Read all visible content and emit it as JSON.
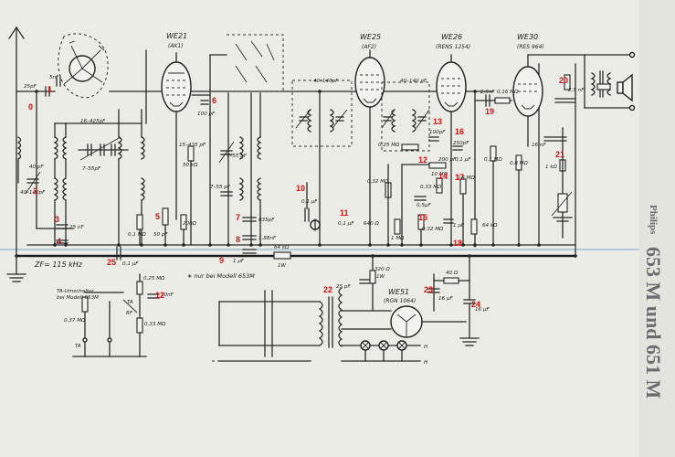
{
  "title_side": {
    "brand": "Philips",
    "models": "653 M und 651 M"
  },
  "tubes": [
    {
      "name": "WE21",
      "type": "(AK1)"
    },
    {
      "name": "WE25",
      "type": "(AF2)"
    },
    {
      "name": "WE26",
      "type": "(RENS 1254)"
    },
    {
      "name": "WE30",
      "type": "(RES 964)"
    },
    {
      "name": "WE51",
      "type": "(RGN 1064)"
    }
  ],
  "notes": {
    "zf": "ZF= 115 kHz",
    "model_note": "∗ nur bei Modell 653M",
    "ta_switch": "TA-Umschalter",
    "ta_switch_model": "bei Modell 653M"
  },
  "component_labels": {
    "c25pf": "25pF",
    "c5nf": "5nF",
    "c40_140": "40–140pF",
    "c40pf": "40 pF",
    "c16_425": "16–425pF",
    "c7_55": "7–55pF",
    "c100pf": "100 pF",
    "c15_435": "15–435 pF",
    "r50k": "50 kΩ",
    "c7_55b": "7–55 pF",
    "c7_55c": "7–55 pF",
    "r200": "200Ω",
    "r01m": "0,1 MΩ",
    "c50": "50 pF",
    "c835": "835pF",
    "c188": "1,88nF",
    "c1uf": "1 μF",
    "r64k": "64 kΩ",
    "w1": "1W",
    "c01uf": "0,1 μF",
    "c40_140b": "40–140pF",
    "c40_140c": "40–140 pF",
    "r025": "0,25 MΩ",
    "r032": "0,32 MΩ",
    "c01b": "0,1 μF",
    "r640": "640 Ω",
    "r1m": "1 MΩ",
    "c100b": "100pF",
    "c250": "250pF",
    "c01c": "0,1 μF",
    "c200": "200 pF",
    "r10m": "10 MΩ",
    "r033": "0,33 MΩ",
    "c05": "0,5μF",
    "r032b": "0,32 MΩ",
    "r04": "0,4 MΩ",
    "c1ufb": "1 μF",
    "r64kb": "64 kΩ",
    "c25nf": "2,5nF",
    "r016": "0,16 MΩ",
    "r01mb": "0,1 MΩ",
    "r08": "0,8 MΩ",
    "c16nf": "16 nF",
    "r1k": "1 kΩ",
    "c25nfb": "2,5 nF",
    "r320": "320 Ω",
    "w1b": "1W",
    "c25pfb": "25 pF",
    "r40": "40 Ω",
    "c16uf": "16 μF",
    "c16ufb": "16 μF",
    "c25nf2": "25 nF",
    "c01uf2": "0,1 μF",
    "r025b": "0,25 MΩ",
    "c10nf": "10nF",
    "r037": "0,37 MΩ",
    "r033b": "0,33 MΩ",
    "ta": "TA",
    "ta2": "TA",
    "rf": "RF",
    "h1": "H",
    "h2": "H"
  },
  "markers": [
    "0",
    "1",
    "2",
    "3",
    "4",
    "5",
    "6",
    "7",
    "8",
    "9",
    "10",
    "11",
    "12",
    "12",
    "13",
    "14",
    "15",
    "16",
    "17",
    "18",
    "19",
    "20",
    "21",
    "22",
    "23",
    "24",
    "25"
  ]
}
